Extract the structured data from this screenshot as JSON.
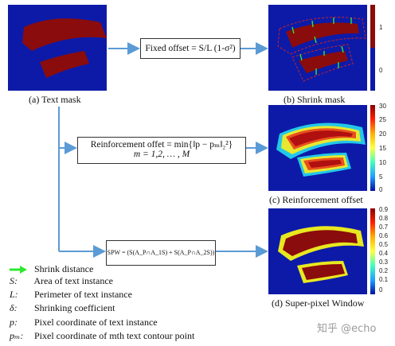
{
  "panels": {
    "a_caption": "(a) Text mask",
    "b_caption": "(b) Shrink mask",
    "c_caption": "(c) Reinforcement offset",
    "d_caption": "(d) Super-pixel Window"
  },
  "formulas": {
    "fixed_offset": "Fixed offset = S/L (1-σ²)",
    "reinforcement_line1": "Reinforcement offet = min{‖p − pₘ‖₂²}",
    "reinforcement_line2": "m = 1,2, … , M",
    "spw": "SPW = (S(A_P∩A_1S) + S(A_P∩A_2S)) / S_(A_P)"
  },
  "colorbars": {
    "b": [
      "1",
      "0"
    ],
    "c": [
      "30",
      "25",
      "20",
      "15",
      "10",
      "5",
      "0"
    ],
    "d": [
      "0.9",
      "0.8",
      "0.7",
      "0.6",
      "0.5",
      "0.4",
      "0.3",
      "0.2",
      "0.1",
      "0"
    ]
  },
  "legend": [
    {
      "symbol": "",
      "text": "Shrink distance",
      "icon": "green-arrow-icon"
    },
    {
      "symbol": "S:",
      "text": "Area of text instance"
    },
    {
      "symbol": "L:",
      "text": "Perimeter of text instance"
    },
    {
      "symbol": "δ:",
      "text": "Shrinking coefficient"
    },
    {
      "symbol": "p:",
      "text": "Pixel coordinate of text instance"
    },
    {
      "symbol": "pₘ:",
      "text": "Pixel coordinate of mth text contour point"
    }
  ],
  "watermark": "知乎 @echo",
  "colors": {
    "background_blue": "#0d1aa8",
    "mask_red": "#8b0c0c",
    "arrow_blue": "#5b9bd5",
    "shrink_arrow_green": "#2ee82e"
  }
}
